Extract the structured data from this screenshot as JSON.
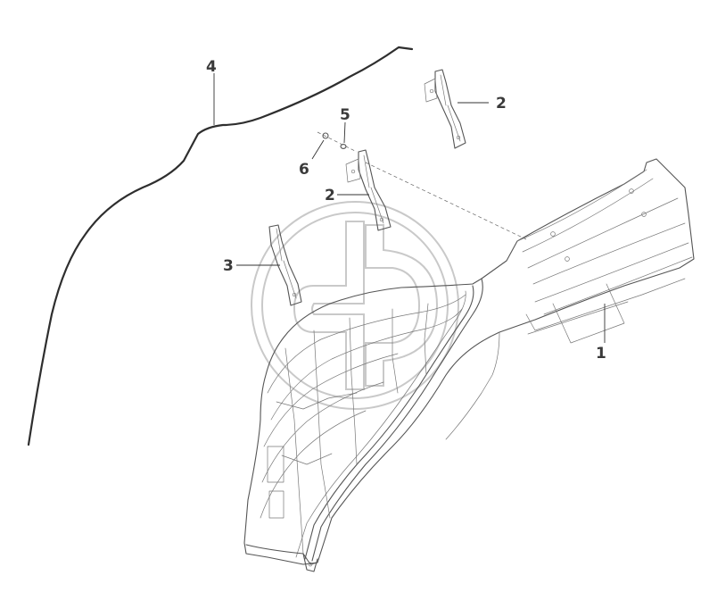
{
  "callouts": [
    {
      "id": "1",
      "label": "1"
    },
    {
      "id": "2a",
      "label": "2"
    },
    {
      "id": "2b",
      "label": "2"
    },
    {
      "id": "3",
      "label": "3"
    },
    {
      "id": "4",
      "label": "4"
    },
    {
      "id": "5",
      "label": "5"
    },
    {
      "id": "6",
      "label": "6"
    }
  ],
  "colors": {
    "line": "#555555",
    "watermark": "#c9c9c9",
    "background": "#ffffff"
  }
}
